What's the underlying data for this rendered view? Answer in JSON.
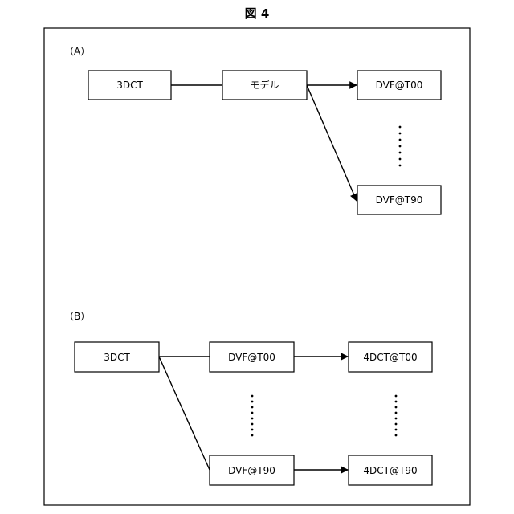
{
  "figure_title": "図 4",
  "panel_a": {
    "label": "（A）",
    "nodes": {
      "ct": "3DCT",
      "model": "モデル",
      "dvf_t00": "DVF@T00",
      "dvf_t90": "DVF@T90"
    }
  },
  "panel_b": {
    "label": "（B）",
    "nodes": {
      "ct": "3DCT",
      "dvf_t00": "DVF@T00",
      "dvf_t90": "DVF@T90",
      "ct4d_t00": "4DCT@T00",
      "ct4d_t90": "4DCT@T90"
    }
  }
}
